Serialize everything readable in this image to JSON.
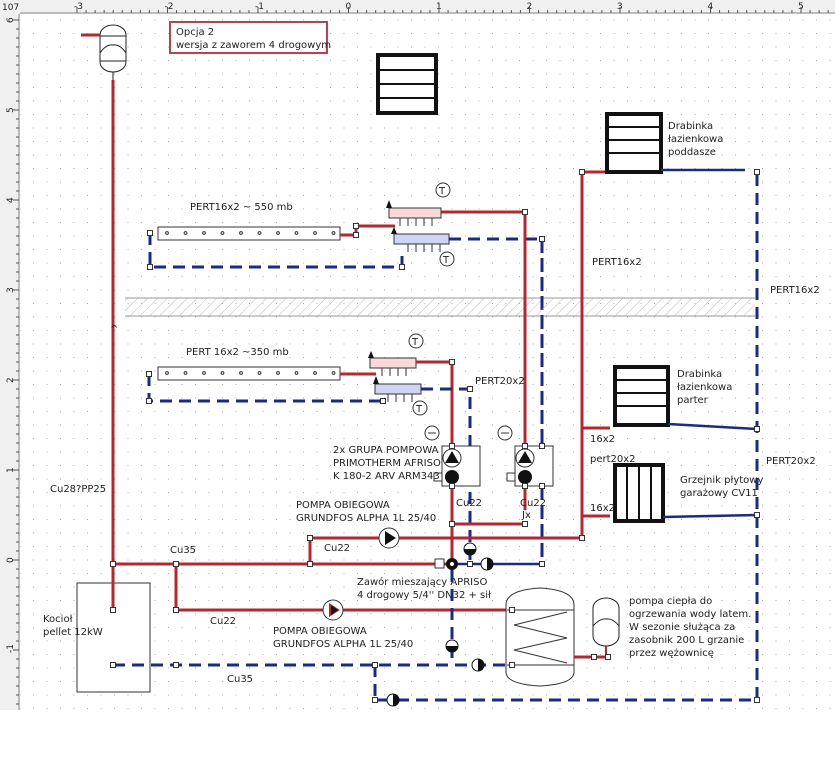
{
  "ruler": {
    "corner": "107",
    "x_ticks": [
      "-3",
      "-2",
      "-1",
      "0",
      "1",
      "2",
      "3",
      "4",
      "5"
    ],
    "y_ticks": [
      "6",
      "5",
      "4",
      "3",
      "2",
      "1",
      "0",
      "-1"
    ]
  },
  "title_box": {
    "line1": "Opcja 2",
    "line2": "wersja z zaworem 4 drogowym",
    "border_color": "#c0404a"
  },
  "colors": {
    "supply": "#b8262c",
    "return": "#1a2a8c",
    "manifold_supply": "#f8d8d8",
    "manifold_return": "#d0d4f4"
  },
  "labels": {
    "floorheat_upper": "PERT16x2 ~ 550 mb",
    "floorheat_lower": "PERT 16x2 ~350 mb",
    "pert20_mid": "PERT20x2",
    "pert16_riser_supply": "PERT16x2",
    "pert16_riser_return": "PERT16x2",
    "pert20_riser_return": "PERT20x2",
    "pert20_branch": "pert20x2",
    "branch_16_a": "16x2",
    "branch_16_b": "16x2",
    "boiler_pipe": "Cu28?PP25",
    "cu35_top": "Cu35",
    "cu35_bottom": "Cu35",
    "cu22_a": "Cu22",
    "cu22_b": "Cu22",
    "cu22_c": "Cu22",
    "cu22_d": "Cu22",
    "cu22_b_sub": "Jx",
    "pump_group_1": "2x GRUPA POMPOWA",
    "pump_group_2": "PRIMOTHERM AFRISO",
    "pump_group_3": "K 180-2 ARV ARM343",
    "circ_pump_top_1": "POMPA OBIEGOWA",
    "circ_pump_top_2": "GRUNDFOS ALPHA 1L 25/40",
    "circ_pump_bottom_1": "POMPA OBIEGOWA",
    "circ_pump_bottom_2": "GRUNDFOS ALPHA 1L 25/40",
    "valve_1": "Zawór mieszający APRISO",
    "valve_2": "4 drogowy 5/4'' DN32 + sił",
    "boiler_1": "Kocioł",
    "boiler_2": "pellet 12kW",
    "towel_attic_1": "Drabinka",
    "towel_attic_2": "łazienkowa",
    "towel_attic_3": "poddasze",
    "towel_ground_1": "Drabinka",
    "towel_ground_2": "łazienkowa",
    "towel_ground_3": "parter",
    "panel_rad_1": "Grzejnik płytowy",
    "panel_rad_2": "garażowy CV11",
    "heatpump_1": "pompa ciepła  do",
    "heatpump_2": "ogrzewania wody latem.",
    "heatpump_3": "W sezonie służąca za",
    "heatpump_4": "zasobnik 200 L grzanie",
    "heatpump_5": "przez wężownicę"
  },
  "gauges": {
    "thermo_upper_supply": "T",
    "thermo_upper_return": "T",
    "thermo_lower_supply": "T",
    "thermo_lower_return": "T"
  }
}
